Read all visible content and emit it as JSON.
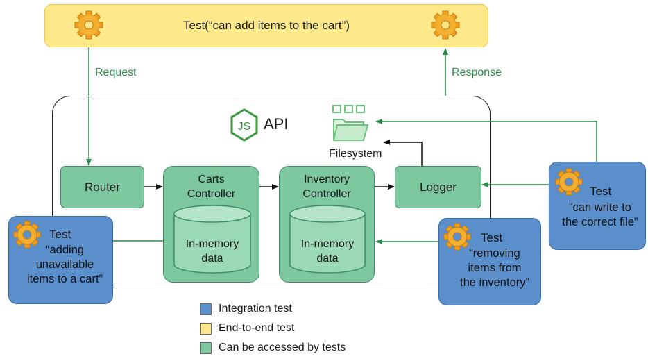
{
  "e2e_test": {
    "label": "Test(“can add items to the cart”)"
  },
  "arrows": {
    "request": "Request",
    "response": "Response"
  },
  "api": {
    "title": "API"
  },
  "filesystem": {
    "label": "Filesystem"
  },
  "components": {
    "router": "Router",
    "carts_controller": [
      "Carts",
      "Controller"
    ],
    "inventory_controller": [
      "Inventory",
      "Controller"
    ],
    "logger": "Logger",
    "in_memory_data": [
      "In-memory",
      "data"
    ]
  },
  "tests": {
    "adding": {
      "title": "Test",
      "desc": [
        "“adding",
        "unavailable",
        "items to a cart”"
      ]
    },
    "removing": {
      "title": "Test",
      "desc": [
        "“removing",
        "items from",
        "the inventory”"
      ]
    },
    "writing": {
      "title": "Test",
      "desc": [
        "“can write to",
        "the correct file”"
      ]
    }
  },
  "legend": [
    {
      "label": "Integration test",
      "color": "#5b8fcc"
    },
    {
      "label": "End-to-end test",
      "color": "#fde98a"
    },
    {
      "label": "Can be accessed by tests",
      "color": "#7ec8a0"
    }
  ],
  "colors": {
    "green_arrow": "#2a8a4a",
    "black_arrow": "#111111",
    "gear": "#f0a020"
  }
}
